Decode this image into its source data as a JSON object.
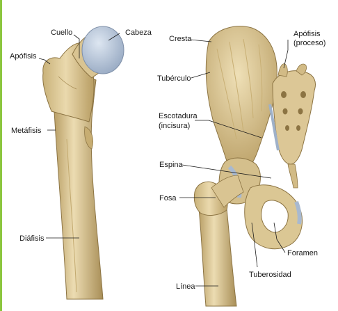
{
  "colors": {
    "bone": "#e4d3a4",
    "bone_shadow": "#b89d63",
    "bone_dark": "#8c7443",
    "cartilage": "#b7c6da",
    "border": "#8cc63f"
  },
  "femur_labels": {
    "cuello": "Cuello",
    "cabeza": "Cabeza",
    "apofisis": "Apófisis",
    "metafisis": "Metáfisis",
    "diafisis": "Diáfisis"
  },
  "pelvis_labels": {
    "cresta": "Cresta",
    "apofisis_line1": "Apófisis",
    "apofisis_line2": "(proceso)",
    "tuberculo": "Tubérculo",
    "escotadura_line1": "Escotadura",
    "escotadura_line2": "(incisura)",
    "espina": "Espina",
    "fosa": "Fosa",
    "foramen": "Foramen",
    "tuberosidad": "Tuberosidad",
    "linea": "Línea"
  }
}
